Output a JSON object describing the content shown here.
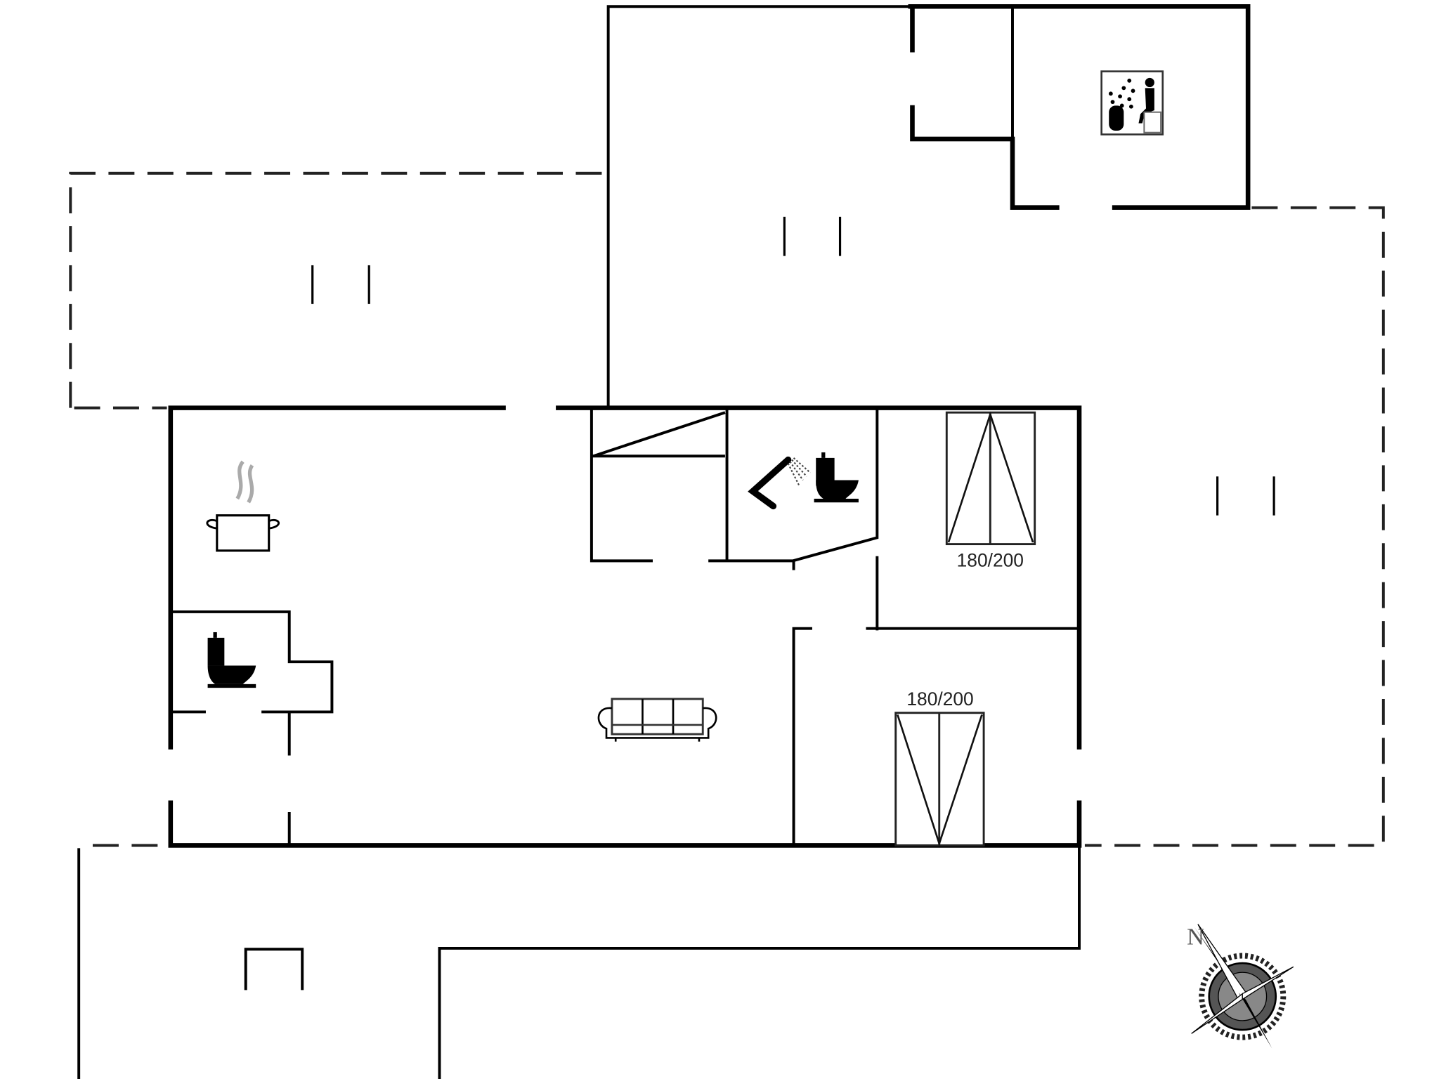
{
  "plan": {
    "type": "floor-plan",
    "background": "#ffffff",
    "wall_color": "#000000",
    "rooms": [
      {
        "id": "kitchen-living",
        "symbols": [
          "cooking-pot-icon",
          "sofa-icon"
        ]
      },
      {
        "id": "wc-small",
        "symbols": [
          "toilet-icon"
        ]
      },
      {
        "id": "bathroom",
        "symbols": [
          "shower-icon",
          "toilet-icon"
        ]
      },
      {
        "id": "bedroom-1",
        "symbols": [
          "double-bed-icon"
        ],
        "bed_label": "180/200"
      },
      {
        "id": "bedroom-2",
        "symbols": [
          "double-bed-icon"
        ],
        "bed_label": "180/200"
      },
      {
        "id": "sauna",
        "symbols": [
          "sauna-icon"
        ]
      },
      {
        "id": "terrace-west"
      },
      {
        "id": "terrace-north"
      },
      {
        "id": "terrace-east"
      },
      {
        "id": "annex-south"
      }
    ],
    "bed_labels": {
      "bedroom_1": "180/200",
      "bedroom_2": "180/200"
    },
    "compass": {
      "label": "N"
    }
  }
}
